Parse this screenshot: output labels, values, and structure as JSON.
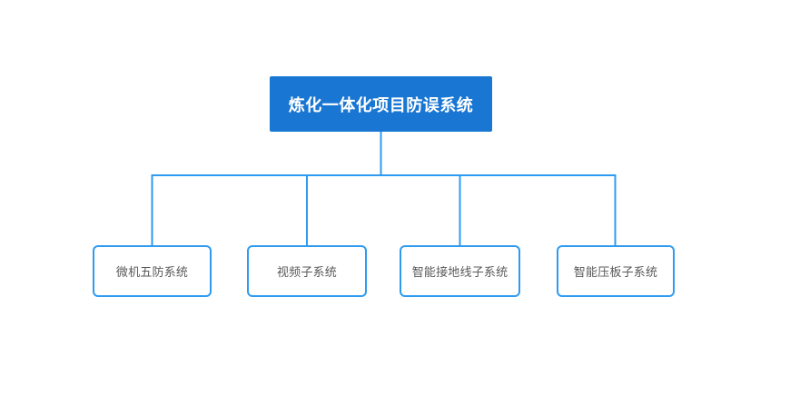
{
  "diagram": {
    "type": "org-tree",
    "root": {
      "label": "炼化一体化项目防误系统"
    },
    "children": [
      {
        "label": "微机五防系统"
      },
      {
        "label": "视频子系统"
      },
      {
        "label": "智能接地线子系统"
      },
      {
        "label": "智能压板子系统"
      }
    ],
    "colors": {
      "root_fill": "#1976D2",
      "root_text": "#FFFFFF",
      "connector": "#2E9BF0",
      "child_border": "#2E9BF0",
      "child_fill": "#FFFFFF",
      "child_text": "#595959",
      "canvas_bg": "#FFFFFF"
    }
  }
}
